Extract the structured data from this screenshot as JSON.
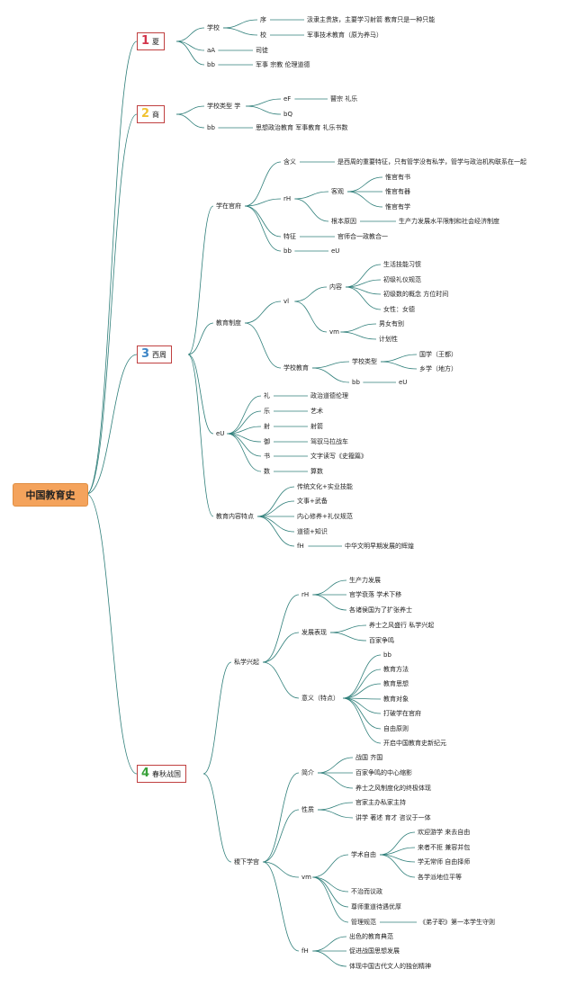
{
  "root": {
    "label": "中国教育史"
  },
  "branches": [
    {
      "num": "1",
      "label": "夏",
      "num_color": "#d3354b"
    },
    {
      "num": "2",
      "label": "商",
      "num_color": "#f1c232"
    },
    {
      "num": "3",
      "label": "西周",
      "num_color": "#3d85c6"
    },
    {
      "num": "4",
      "label": "春秋战国",
      "num_color": "#38a13a"
    }
  ],
  "nodes": [
    "学校",
    "序",
    "汲隶主贵族，主要学习射箭 教育只是一种只能",
    "校",
    "军事技术教育（原为养马）",
    "aA",
    "司徒",
    "bb",
    "军事 宗教 伦理道德",
    "学校类型 学",
    "eF",
    "瞽宗 礼乐",
    "bQ",
    "bb",
    "思想政治教育 军事教育 礼乐书数",
    "学在官府",
    "含义",
    "是西周的重要特征，只有管学没有私学，管学与政治机构联系在一起",
    "rH",
    "客观",
    "惟官有书",
    "惟官有器",
    "惟官有学",
    "根本原因",
    "生产力发展水平限制和社会经济制度",
    "特征",
    "官师合一政教合一",
    "bb",
    "eU",
    "教育制度",
    "vl",
    "内容",
    "生活技能习惯",
    "初级礼仪规范",
    "初级数的概念 方位时间",
    "女性：女德",
    "vm",
    "男女有别",
    "计划性",
    "学校教育",
    "学校类型",
    "国学（王都）",
    "乡学（地方）",
    "bb",
    "eU",
    "eU",
    "礼",
    "政治道德伦理",
    "乐",
    "艺术",
    "射",
    "射箭",
    "御",
    "驾驭马拉战车",
    "书",
    "文字读写《史籀篇》",
    "数",
    "算数",
    "教育内容特点",
    "传统文化+实业技能",
    "文事+武备",
    "内心修养+礼仪规范",
    "道德+知识",
    "fH",
    "中华文明早期发展的辉煌",
    "私学兴起",
    "rH",
    "生产力发展",
    "官学衰落 学术下移",
    "各诸侯国为了扩张养士",
    "发展表现",
    "养士之风盛行 私学兴起",
    "百家争鸣",
    "意义（特点）",
    "bb",
    "教育方法",
    "教育思想",
    "教育对象",
    "打破学在官府",
    "自由原则",
    "开启中国教育史新纪元",
    "稷下学宫",
    "简介",
    "战国 齐国",
    "百家争鸣的中心缩影",
    "养士之风制度化的终极体现",
    "性质",
    "官家主办私家主持",
    "讲学 著述 育才 咨议于一体",
    "vm",
    "学术自由",
    "欢迎游学 来去自由",
    "来者不拒 兼容并包",
    "学无常师 自由择师",
    "各学派地位平等",
    "不治而议政",
    "尊师重道待遇优厚",
    "管理规范",
    "《弟子职》第一本学生守则",
    "fH",
    "出色的教育典范",
    "促进战国思想发展",
    "体现中国古代文人的独创精神"
  ]
}
